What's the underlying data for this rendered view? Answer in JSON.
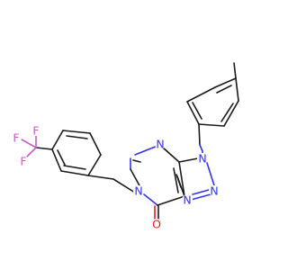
{
  "molecule": {
    "atom_labels": {
      "n_pyrimidine_1": "N",
      "n_pyrimidine_2": "N",
      "n_triazole_1": "N",
      "n_triazole_2": "N",
      "n_triazole_3": "N",
      "o_carbonyl": "O",
      "f_1": "F",
      "f_2": "F",
      "f_3": "F"
    },
    "colors": {
      "bond": "#1a1a1a",
      "nitrogen": "#3333ee",
      "oxygen": "#e02020",
      "fluorine": "#c060c0",
      "background": "#ffffff"
    }
  }
}
